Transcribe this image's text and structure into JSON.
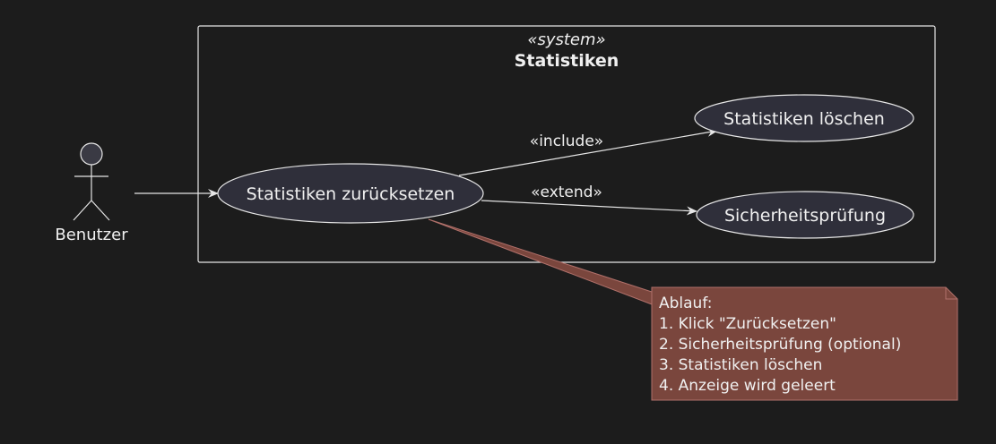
{
  "system": {
    "stereotype": "«system»",
    "title": "Statistiken"
  },
  "actor": {
    "label": "Benutzer",
    "icon": "stick-figure-actor"
  },
  "use_cases": {
    "reset": "Statistiken zurücksetzen",
    "delete": "Statistiken löschen",
    "check": "Sicherheitsprüfung"
  },
  "relations": {
    "include": "«include»",
    "extend": "«extend»"
  },
  "note": {
    "lines": [
      "Ablauf:",
      "1. Klick \"Zurücksetzen\"",
      "2. Sicherheitsprüfung (optional)",
      "3. Statistiken löschen",
      "4. Anzeige wird geleert"
    ]
  },
  "colors": {
    "background": "#1c1c1c",
    "stroke": "#e6e6e6",
    "usecase_fill": "#2f2f3a",
    "note_fill": "#7a463d"
  }
}
